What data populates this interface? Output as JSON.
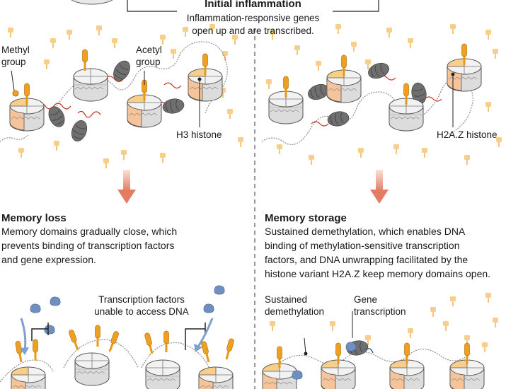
{
  "top": {
    "title": "Initial inflammation",
    "subtitle_line1": "Inflammation-responsive genes",
    "subtitle_line2": "open up and are transcribed."
  },
  "left_top_labels": {
    "methyl_1": "Methyl",
    "methyl_2": "group",
    "acetyl_1": "Acetyl",
    "acetyl_2": "group",
    "h3": "H3 histone"
  },
  "right_top_labels": {
    "h2az": "H2A.Z histone"
  },
  "memory_loss": {
    "title": "Memory loss",
    "line1": "Memory domains gradually close, which",
    "line2": "prevents binding of transcription factors",
    "line3": "and gene expression.",
    "tf_1": "Transcription factors",
    "tf_2": "unable to access DNA"
  },
  "memory_storage": {
    "title": "Memory storage",
    "line1": "Sustained demethylation, which enables DNA",
    "line2": "binding of methylation-sensitive transcription",
    "line3": "factors, and DNA unwrapping facilitated by the",
    "line4": "histone variant H2A.Z keep memory domains open.",
    "sd_1": "Sustained",
    "sd_2": "demethylation",
    "gt_1": "Gene",
    "gt_2": "transcription"
  },
  "colors": {
    "orange": "#f0a020",
    "light_orange": "#f8cf8a",
    "peach": "#f4c79c",
    "histone": "#e6e6e6",
    "dark_protein": "#707070",
    "blue_factor": "#6e8fbf",
    "red_dna": "#c8301e",
    "arrow": "#e88a72"
  }
}
